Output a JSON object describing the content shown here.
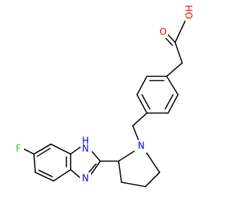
{
  "molecule": {
    "atoms": {
      "oxygen_carbonyl": {
        "label": "O",
        "color": "#ff0000"
      },
      "oxygen_hydroxyl": {
        "label": "OH",
        "color": "#ff0000"
      },
      "nitrogen_pyrrolidine": {
        "label": "N",
        "color": "#0000ff"
      },
      "nitrogen_imidazole_h": {
        "label": "N",
        "color": "#0000ff"
      },
      "hydrogen_imidazole": {
        "label": "H",
        "color": "#0000ff"
      },
      "nitrogen_imidazole": {
        "label": "N",
        "color": "#0000ff"
      },
      "fluorine": {
        "label": "F",
        "color": "#33cc33"
      }
    }
  }
}
